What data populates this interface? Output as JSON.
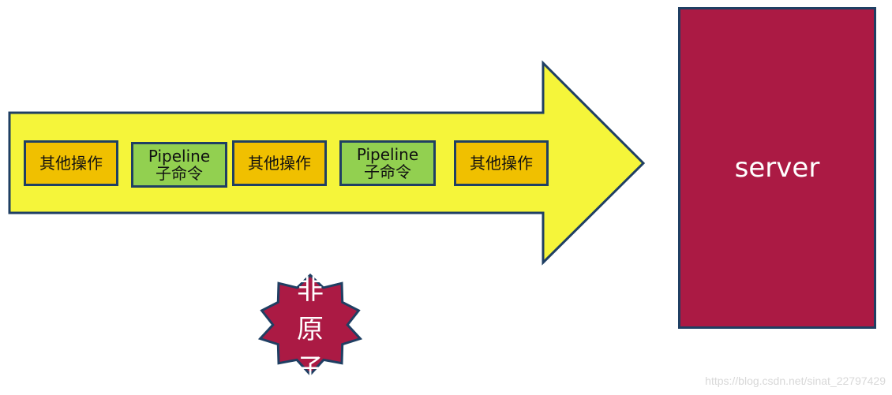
{
  "diagram": {
    "ops": [
      {
        "lines": [
          "其他操作"
        ],
        "kind": "op"
      },
      {
        "lines": [
          "Pipeline",
          "子命令"
        ],
        "kind": "pipe"
      },
      {
        "lines": [
          "其他操作"
        ],
        "kind": "op"
      },
      {
        "lines": [
          "Pipeline",
          "子命令"
        ],
        "kind": "pipe"
      },
      {
        "lines": [
          "其他操作"
        ],
        "kind": "op"
      }
    ],
    "server_label": "server",
    "badge_chars": [
      "非",
      "原",
      "子"
    ],
    "watermark": "https://blog.csdn.net/sinat_22797429"
  },
  "colors": {
    "arrow_fill": "#f5f53a",
    "outline": "#1f3f63",
    "op_fill": "#f0c000",
    "pipe_fill": "#92d050",
    "server_fill": "#ab1a44",
    "badge_fill": "#ab1a44"
  }
}
